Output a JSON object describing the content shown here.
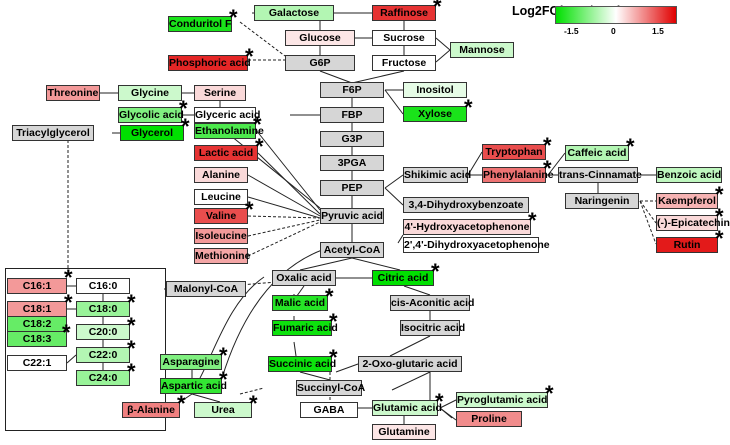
{
  "legend": {
    "title": "Log2FC(ECH/ECF)",
    "ticks": [
      "-1.5",
      "0",
      "1.5"
    ],
    "colors": {
      "low": "#00e000",
      "mid": "#ffffff",
      "high": "#e00000"
    }
  },
  "significance_marker": "*",
  "metabolites": [
    {
      "id": "conduritol",
      "label": "Conduritol F",
      "level": -0.9,
      "sig": true
    },
    {
      "id": "galactose",
      "label": "Galactose",
      "level": -0.3,
      "sig": false
    },
    {
      "id": "raffinose",
      "label": "Raffinose",
      "level": 0.8,
      "sig": true
    },
    {
      "id": "glucose",
      "label": "Glucose",
      "level": 0.1,
      "sig": false
    },
    {
      "id": "sucrose",
      "label": "Sucrose",
      "level": 0.0,
      "sig": false
    },
    {
      "id": "mannose",
      "label": "Mannose",
      "level": -0.2,
      "sig": false
    },
    {
      "id": "phosphoric",
      "label": "Phosphoric acid",
      "level": 0.85,
      "sig": true
    },
    {
      "id": "g6p",
      "label": "G6P",
      "level": null,
      "sig": false
    },
    {
      "id": "fructose",
      "label": "Fructose",
      "level": 0.0,
      "sig": false
    },
    {
      "id": "threonine",
      "label": "Threonine",
      "level": 0.4,
      "sig": false
    },
    {
      "id": "glycine",
      "label": "Glycine",
      "level": -0.2,
      "sig": false
    },
    {
      "id": "serine",
      "label": "Serine",
      "level": 0.15,
      "sig": false
    },
    {
      "id": "f6p",
      "label": "F6P",
      "level": null,
      "sig": false
    },
    {
      "id": "inositol",
      "label": "Inositol",
      "level": -0.1,
      "sig": false
    },
    {
      "id": "glycolic",
      "label": "Glycolic acid",
      "level": -0.5,
      "sig": true
    },
    {
      "id": "glyceric",
      "label": "Glyceric acid",
      "level": 0.0,
      "sig": false
    },
    {
      "id": "fbp",
      "label": "FBP",
      "level": null,
      "sig": false
    },
    {
      "id": "xylose",
      "label": "Xylose",
      "level": -0.9,
      "sig": true
    },
    {
      "id": "triacylglycerol",
      "label": "Triacylglycerol",
      "level": null,
      "sig": false
    },
    {
      "id": "glycerol",
      "label": "Glycerol",
      "level": -1.0,
      "sig": true
    },
    {
      "id": "ethanolamine",
      "label": "Ethanolamine",
      "level": -0.7,
      "sig": true
    },
    {
      "id": "g3p",
      "label": "G3P",
      "level": null,
      "sig": false
    },
    {
      "id": "lactic",
      "label": "Lactic acid",
      "level": 0.8,
      "sig": true
    },
    {
      "id": "pga3",
      "label": "3PGA",
      "level": null,
      "sig": false
    },
    {
      "id": "tryptophan",
      "label": "Tryptophan",
      "level": 0.7,
      "sig": true
    },
    {
      "id": "caffeic",
      "label": "Caffeic acid",
      "level": -0.3,
      "sig": true
    },
    {
      "id": "alanine",
      "label": "Alanine",
      "level": 0.15,
      "sig": false
    },
    {
      "id": "shikimic",
      "label": "Shikimic acid",
      "level": null,
      "sig": false
    },
    {
      "id": "phenylalanine",
      "label": "Phenylalanine",
      "level": 0.55,
      "sig": true
    },
    {
      "id": "transcinnamate",
      "label": "trans-Cinnamate",
      "level": null,
      "sig": false
    },
    {
      "id": "benzoic",
      "label": "Benzoic acid",
      "level": -0.25,
      "sig": false
    },
    {
      "id": "pep",
      "label": "PEP",
      "level": null,
      "sig": false
    },
    {
      "id": "leucine",
      "label": "Leucine",
      "level": 0.0,
      "sig": false
    },
    {
      "id": "naringenin",
      "label": "Naringenin",
      "level": null,
      "sig": false
    },
    {
      "id": "kaempferol",
      "label": "Kaempferol",
      "level": 0.3,
      "sig": true
    },
    {
      "id": "dihydroxybenzoate",
      "label": "3,4-Dihydroxybenzoate",
      "level": null,
      "sig": false
    },
    {
      "id": "valine",
      "label": "Valine",
      "level": 0.7,
      "sig": true
    },
    {
      "id": "pyruvic",
      "label": "Pyruvic acid",
      "level": null,
      "sig": false
    },
    {
      "id": "hydroxyacetophenone",
      "label": "4'-Hydroxyacetophenone",
      "level": 0.15,
      "sig": true
    },
    {
      "id": "epicatechin",
      "label": "(-)-Epicatechin",
      "level": 0.15,
      "sig": true
    },
    {
      "id": "isoleucine",
      "label": "Isoleucine",
      "level": 0.4,
      "sig": false
    },
    {
      "id": "dihydroxyacetophenone",
      "label": "2',4'-Dihydroxyacetophenone",
      "level": 0.0,
      "sig": false
    },
    {
      "id": "rutin",
      "label": "Rutin",
      "level": 0.9,
      "sig": true
    },
    {
      "id": "methionine",
      "label": "Methionine",
      "level": 0.35,
      "sig": false
    },
    {
      "id": "acetylcoa",
      "label": "Acetyl-CoA",
      "level": null,
      "sig": false
    },
    {
      "id": "oxalic",
      "label": "Oxalic acid",
      "level": null,
      "sig": false
    },
    {
      "id": "citric",
      "label": "Citric acid",
      "level": -1.0,
      "sig": true
    },
    {
      "id": "malonylcoa",
      "label": "Malonyl-CoA",
      "level": null,
      "sig": false
    },
    {
      "id": "c16_1",
      "label": "C16:1",
      "level": 0.4,
      "sig": true
    },
    {
      "id": "c16_0",
      "label": "C16:0",
      "level": 0.0,
      "sig": false
    },
    {
      "id": "c18_1",
      "label": "C18:1",
      "level": 0.4,
      "sig": true
    },
    {
      "id": "c18_0",
      "label": "C18:0",
      "level": -0.4,
      "sig": true
    },
    {
      "id": "c18_2",
      "label": "C18:2",
      "level": -0.6,
      "sig": false
    },
    {
      "id": "c18_3",
      "label": "C18:3",
      "level": -0.6,
      "sig": true
    },
    {
      "id": "c20_0",
      "label": "C20:0",
      "level": -0.2,
      "sig": true
    },
    {
      "id": "c22_1",
      "label": "C22:1",
      "level": 0.0,
      "sig": false
    },
    {
      "id": "c22_0",
      "label": "C22:0",
      "level": -0.3,
      "sig": true
    },
    {
      "id": "c24_0",
      "label": "C24:0",
      "level": -0.4,
      "sig": true
    },
    {
      "id": "malic",
      "label": "Malic acid",
      "level": -0.85,
      "sig": true
    },
    {
      "id": "cisaconitic",
      "label": "cis-Aconitic acid",
      "level": null,
      "sig": false
    },
    {
      "id": "fumaric",
      "label": "Fumaric acid",
      "level": -0.95,
      "sig": true
    },
    {
      "id": "isocitric",
      "label": "Isocitric acid",
      "level": null,
      "sig": false
    },
    {
      "id": "asparagine",
      "label": "Asparagine",
      "level": -0.5,
      "sig": true
    },
    {
      "id": "succinic",
      "label": "Succinic acid",
      "level": -0.95,
      "sig": true
    },
    {
      "id": "oxoglutaric",
      "label": "2-Oxo-glutaric acid",
      "level": null,
      "sig": false
    },
    {
      "id": "aspartic",
      "label": "Aspartic acid",
      "level": -0.8,
      "sig": true
    },
    {
      "id": "succinylcoa",
      "label": "Succinyl-CoA",
      "level": null,
      "sig": false
    },
    {
      "id": "pyroglutamic",
      "label": "Pyroglutamic acid",
      "level": -0.2,
      "sig": true
    },
    {
      "id": "betaalanine",
      "label": "β-Alanine",
      "level": 0.5,
      "sig": true
    },
    {
      "id": "urea",
      "label": "Urea",
      "level": -0.2,
      "sig": true
    },
    {
      "id": "gaba",
      "label": "GABA",
      "level": 0.0,
      "sig": false
    },
    {
      "id": "glutamic",
      "label": "Glutamic acid",
      "level": -0.2,
      "sig": true
    },
    {
      "id": "proline",
      "label": "Proline",
      "level": 0.45,
      "sig": false
    },
    {
      "id": "glutamine",
      "label": "Glutamine",
      "level": 0.1,
      "sig": false
    }
  ]
}
